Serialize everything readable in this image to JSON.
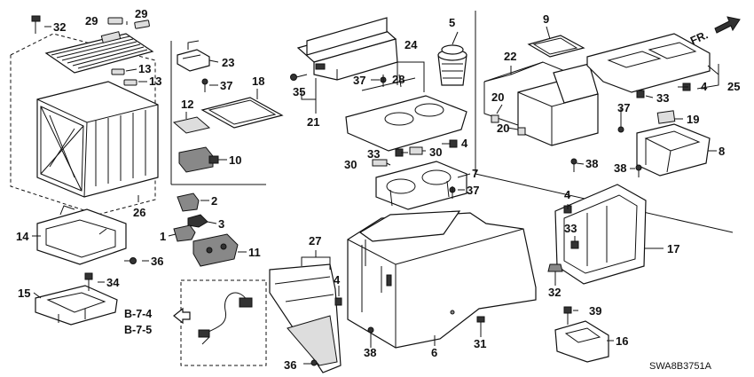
{
  "diagram": {
    "code": "SWA8B3751A",
    "direction_label": "FR.",
    "ref_top": "B-7-4",
    "ref_bottom": "B-7-5",
    "callouts": [
      "1",
      "2",
      "3",
      "4",
      "5",
      "6",
      "7",
      "8",
      "9",
      "10",
      "11",
      "12",
      "13",
      "14",
      "15",
      "16",
      "17",
      "18",
      "19",
      "20",
      "21",
      "22",
      "23",
      "24",
      "25",
      "26",
      "27",
      "28",
      "29",
      "30",
      "31",
      "32",
      "33",
      "34",
      "35",
      "36",
      "37",
      "38",
      "39"
    ]
  }
}
